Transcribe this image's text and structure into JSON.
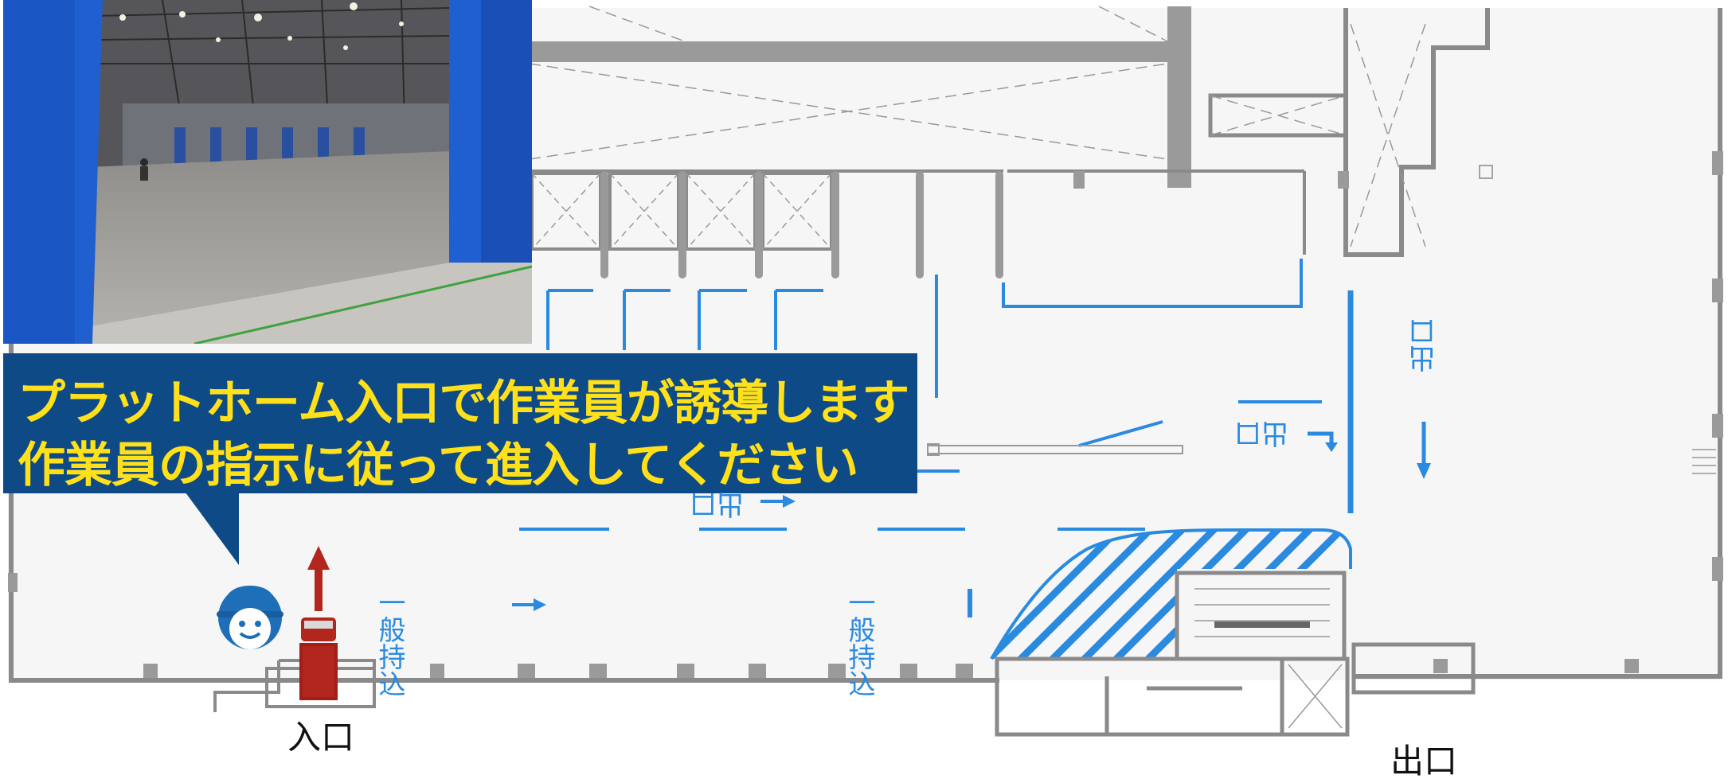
{
  "banner": {
    "line1": "プラットホーム入口で作業員が誘導します",
    "line2": "作業員の指示に従って進入してください"
  },
  "labels": {
    "entrance": "入口",
    "exit": "出口"
  },
  "floor_marks": {
    "general_a": "一般持込",
    "general_b": "一般持込",
    "exit_left": "出口",
    "exit_mid": "出口",
    "exit_right": "出口"
  },
  "icons": {
    "worker": "worker-helmet-icon",
    "truck": "truck-icon",
    "route_arrows": "route-arrow-icon"
  },
  "colors": {
    "banner_bg": "#0d4a86",
    "banner_text": "#ffe01a",
    "route_blue": "#2a8ae0",
    "truck_red": "#b3261e",
    "worker_blue": "#1e6fb8",
    "wall_gray": "#8a8a8a"
  }
}
